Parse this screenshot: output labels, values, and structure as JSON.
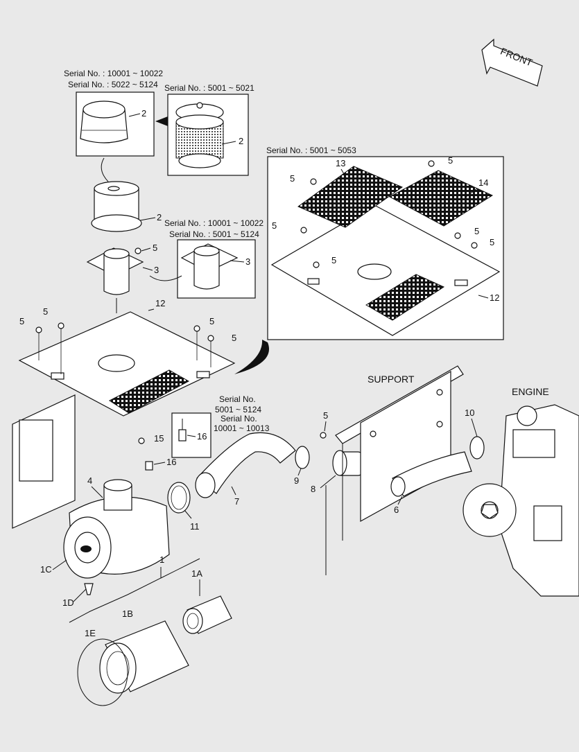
{
  "direction": {
    "label": "FRONT"
  },
  "serials": {
    "top_cap": [
      "Serial No. : 10001 ~ 10022",
      "Serial No. : 5022 ~ 5124"
    ],
    "top_precleaner": "Serial No. : 5001 ~ 5021",
    "adapter": [
      "Serial No. : 10001 ~ 10022",
      "Serial No. : 5001 ~ 5124"
    ],
    "plate_box": "Serial No. : 5001 ~ 5053",
    "sensor": [
      "Serial No.",
      "5001 ~ 5124",
      "Serial No.",
      "10001 ~ 10013"
    ]
  },
  "sections": {
    "support": "SUPPORT",
    "engine": "ENGINE"
  },
  "callouts": {
    "c1": "1",
    "c1A": "1A",
    "c1B": "1B",
    "c1C": "1C",
    "c1D": "1D",
    "c1E": "1E",
    "c2": "2",
    "c3": "3",
    "c4": "4",
    "c5": "5",
    "c6": "6",
    "c7": "7",
    "c8": "8",
    "c9": "9",
    "c10": "10",
    "c11": "11",
    "c12": "12",
    "c13": "13",
    "c14": "14",
    "c15": "15",
    "c16": "16"
  }
}
